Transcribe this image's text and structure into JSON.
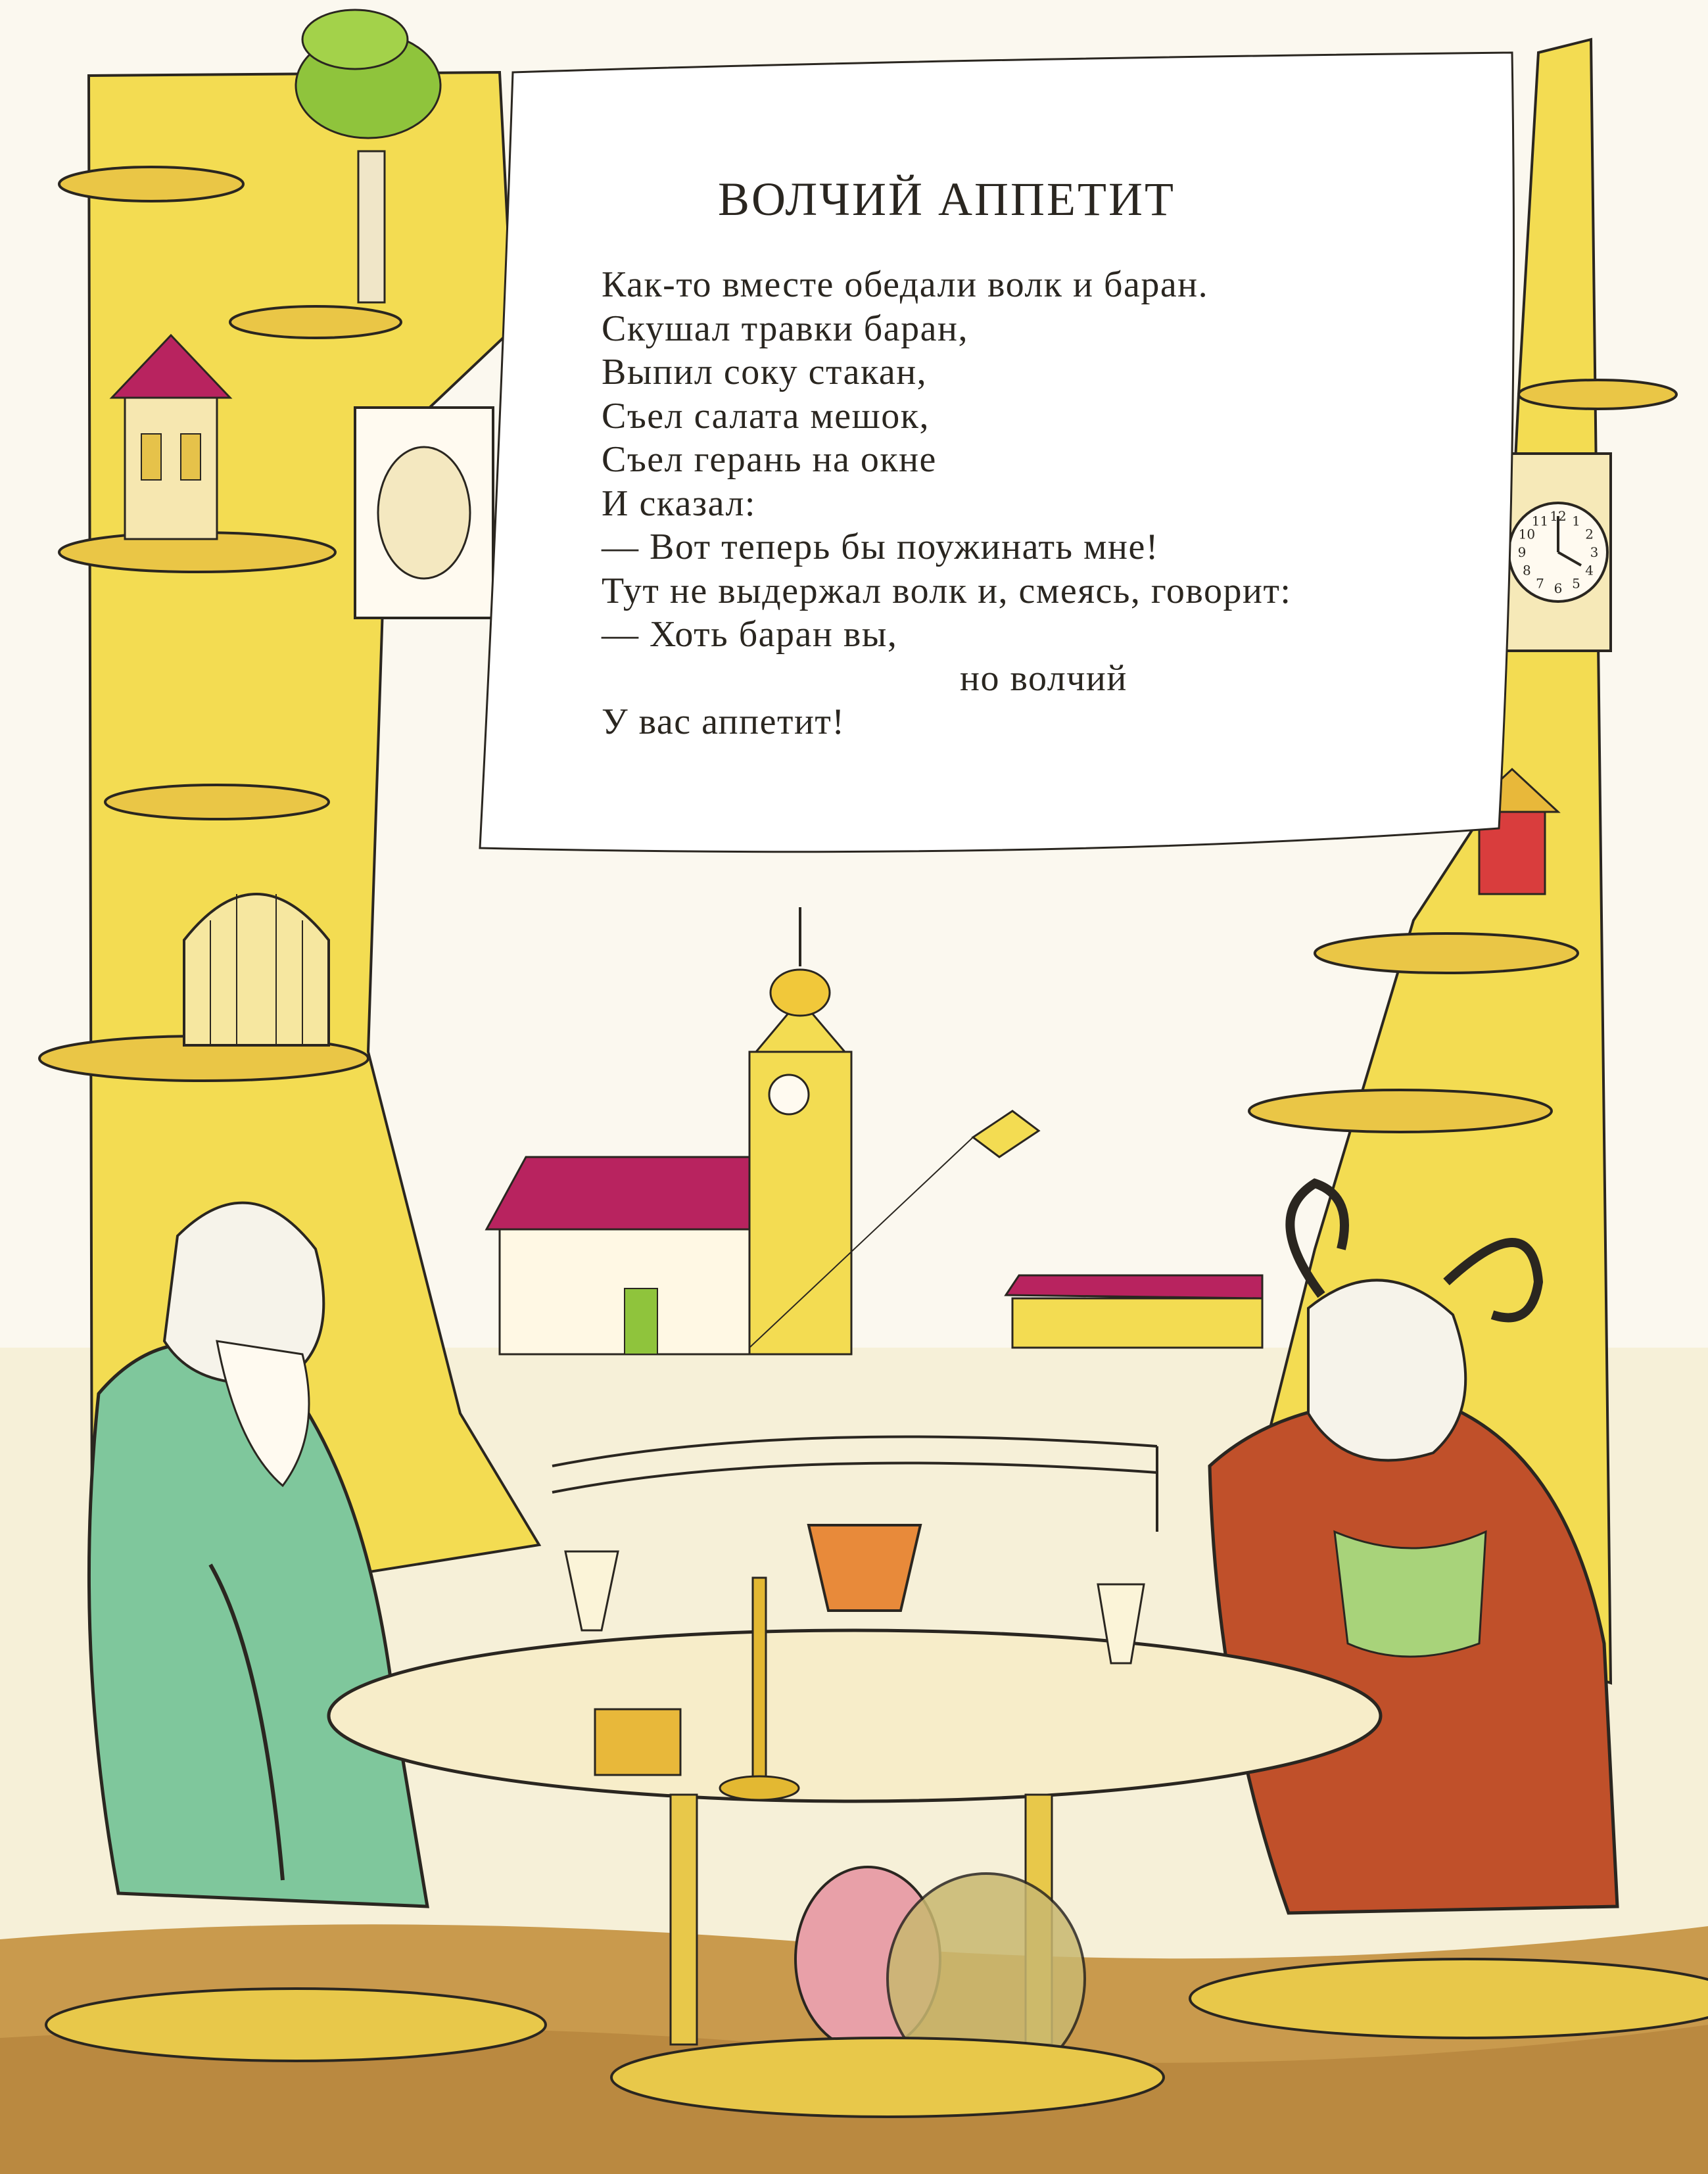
{
  "poem": {
    "title": "ВОЛЧИЙ АППЕТИТ",
    "lines": [
      {
        "text": "Как-то вместе обедали волк и баран.",
        "indent": false
      },
      {
        "text": "Скушал травки баран,",
        "indent": false
      },
      {
        "text": "Выпил соку стакан,",
        "indent": false
      },
      {
        "text": "Съел салата мешок,",
        "indent": false
      },
      {
        "text": "Съел герань на окне",
        "indent": false
      },
      {
        "text": "И сказал:",
        "indent": false
      },
      {
        "text": "— Вот теперь бы поужинать мне!",
        "indent": false
      },
      {
        "text": "Тут не выдержал волк и, смеясь, говорит:",
        "indent": false
      },
      {
        "text": "— Хоть баран вы,",
        "indent": false
      },
      {
        "text": "но волчий",
        "indent": true
      },
      {
        "text": "У вас аппетит!",
        "indent": false
      }
    ]
  },
  "illustration": {
    "clock_numerals": [
      "12",
      "1",
      "2",
      "3",
      "4",
      "5",
      "6",
      "7",
      "8",
      "9",
      "10",
      "11"
    ],
    "colors": {
      "paper": "#fbf8ef",
      "tower_yellow": "#f3dc52",
      "ink": "#2a2620",
      "roof_magenta": "#b8235f",
      "wolf_coat": "#7fc79c",
      "ram_coat": "#c0502a",
      "ground": "#c99a4d",
      "leaf_green": "#8fc43c"
    }
  }
}
